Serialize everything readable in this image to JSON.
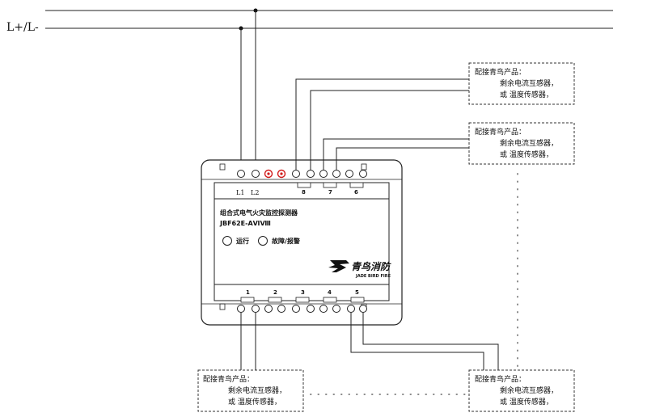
{
  "power_label": "L+/L-",
  "terminal_labels": {
    "l1": "L1",
    "l2": "L2"
  },
  "device": {
    "name": "组合式电气火灾监控探测器",
    "model": "JBF62E-AⅥⅧ",
    "indicators": [
      {
        "label": "运行"
      },
      {
        "label": "故障/报警"
      }
    ],
    "brand": "青鸟消防",
    "brand_en": "JADE BIRD FIRE"
  },
  "channel_labels": {
    "top": [
      "8",
      "7",
      "6"
    ],
    "bottom": [
      "1",
      "2",
      "3",
      "4",
      "5"
    ]
  },
  "sensor_boxes": [
    {
      "title": "配接青鸟产品：",
      "line1": "剩余电流互感器，",
      "line2": "或  温度传感器，"
    },
    {
      "title": "配接青鸟产品：",
      "line1": "剩余电流互感器，",
      "line2": "或  温度传感器，"
    },
    {
      "title": "配接青鸟产品：",
      "line1": "剩余电流互感器，",
      "line2": "或  温度传感器，"
    },
    {
      "title": "配接青鸟产品：",
      "line1": "剩余电流互感器，",
      "line2": "或  温度传感器，"
    }
  ],
  "colors": {
    "line": "#222222",
    "red_terminal": "#d11a1a",
    "dotted": "#888888"
  }
}
